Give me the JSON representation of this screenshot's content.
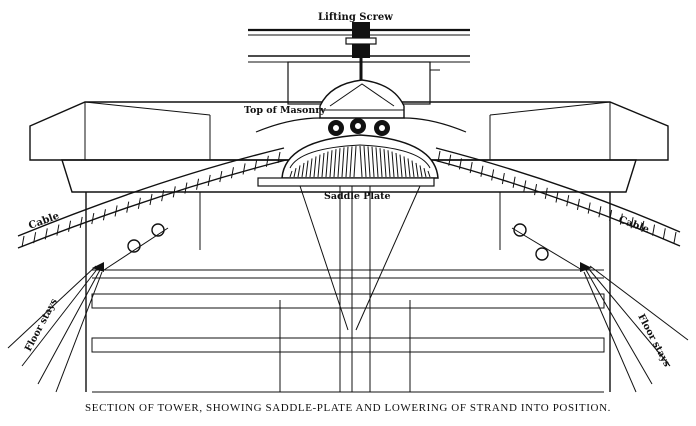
{
  "labels": {
    "lifting_screw": "Lifting Screw",
    "top_of_masonry": "Top of Masonry",
    "saddle_plate": "Saddle Plate",
    "cable_left": "Cable",
    "cable_right": "Cable",
    "floor_stays_left": "Floor stays",
    "floor_stays_right": "Floor stays"
  },
  "caption": "SECTION OF TOWER, SHOWING SADDLE-PLATE AND LOWERING OF STRAND INTO POSITION."
}
